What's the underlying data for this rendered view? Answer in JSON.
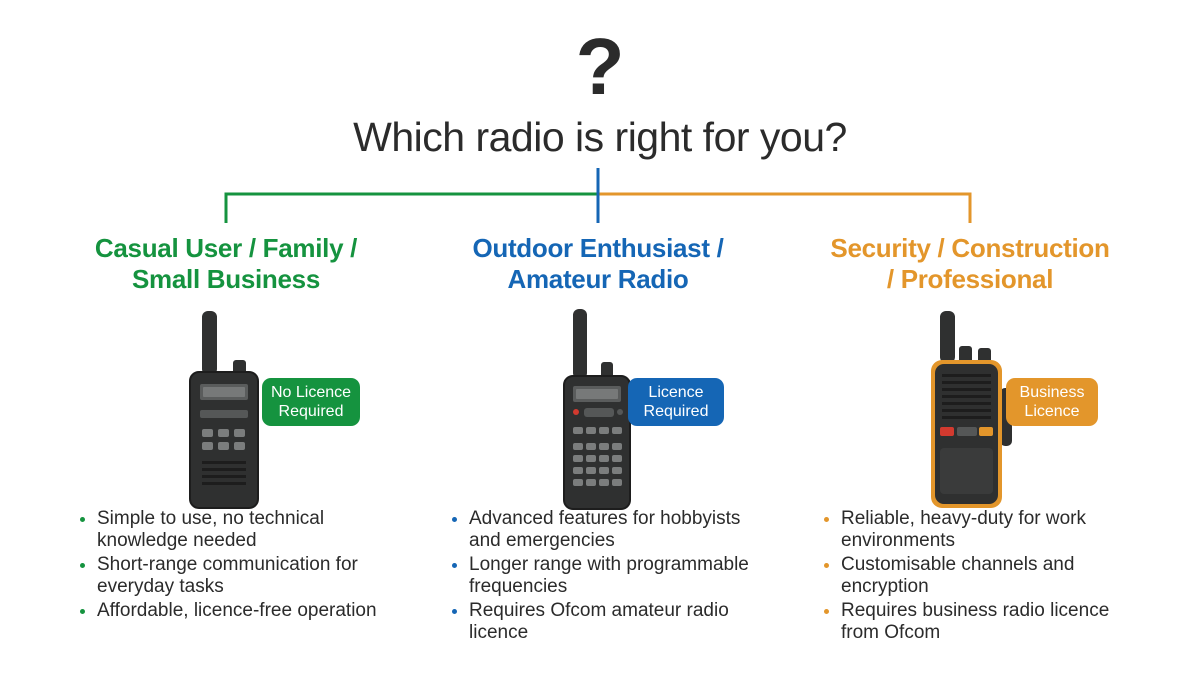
{
  "header": {
    "icon": "question-mark-icon",
    "question_mark": "?",
    "title": "Which radio is right for you?"
  },
  "colors": {
    "green": "#15933f",
    "blue": "#1566b5",
    "orange": "#e3962b",
    "radio_body": "#2f3030"
  },
  "columns": [
    {
      "title_line1": "Casual User / Family /",
      "title_line2": "Small Business",
      "badge_line1": "No Licence",
      "badge_line2": "Required",
      "radio_icon": "walkie-talkie-icon",
      "bullets": [
        {
          "line1": "Simple to use, no technical",
          "line2": "knowledge needed"
        },
        {
          "line1": "Short-range communication for",
          "line2": "everyday tasks"
        },
        {
          "line1": "Affordable, licence-free operation",
          "line2": ""
        }
      ]
    },
    {
      "title_line1": "Outdoor Enthusiast /",
      "title_line2": "Amateur Radio",
      "badge_line1": "Licence",
      "badge_line2": "Required",
      "radio_icon": "walkie-talkie-icon",
      "bullets": [
        {
          "line1": "Advanced features for hobbyists",
          "line2": "and emergencies"
        },
        {
          "line1": "Longer range with programmable",
          "line2": "frequencies"
        },
        {
          "line1": "Requires Ofcom amateur radio",
          "line2": "licence"
        }
      ]
    },
    {
      "title_line1": "Security / Construction",
      "title_line2": "/ Professional",
      "badge_line1": "Business",
      "badge_line2": "Licence",
      "radio_icon": "rugged-walkie-talkie-icon",
      "bullets": [
        {
          "line1": "Reliable, heavy-duty for work",
          "line2": "environments"
        },
        {
          "line1": "Customisable channels and",
          "line2": "encryption"
        },
        {
          "line1": "Requires business radio licence",
          "line2": "from Ofcom"
        }
      ]
    }
  ]
}
